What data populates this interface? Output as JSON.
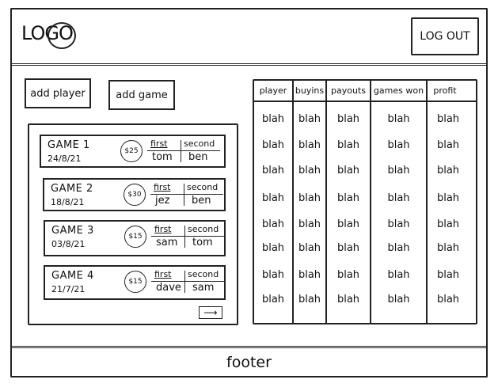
{
  "header": {
    "logo": "LOGO",
    "logout_label": "LOG OUT"
  },
  "actions": {
    "add_player": "add player",
    "add_game": "add game"
  },
  "games": [
    {
      "name": "GAME 1",
      "date": "24/8/21",
      "buyin": "$25",
      "first_label": "first",
      "second_label": "second",
      "first": "tom",
      "second": "ben"
    },
    {
      "name": "GAME 2",
      "date": "18/8/21",
      "buyin": "$30",
      "first_label": "first",
      "second_label": "second",
      "first": "jez",
      "second": "ben"
    },
    {
      "name": "GAME 3",
      "date": "03/8/21",
      "buyin": "$15",
      "first_label": "first",
      "second_label": "second",
      "first": "sam",
      "second": "tom"
    },
    {
      "name": "GAME 4",
      "date": "21/7/21",
      "buyin": "$15",
      "first_label": "first",
      "second_label": "second",
      "first": "dave",
      "second": "sam"
    }
  ],
  "next_icon": "arrow-right-icon",
  "stats": {
    "columns": [
      "player",
      "buyins",
      "payouts",
      "games won",
      "profit"
    ],
    "rows": [
      [
        "blah",
        "blah",
        "blah",
        "blah",
        "blah"
      ],
      [
        "blah",
        "blah",
        "blah",
        "blah",
        "blah"
      ],
      [
        "blah",
        "blah",
        "blah",
        "blah",
        "blah"
      ],
      [
        "blah",
        "blah",
        "blah",
        "blah",
        "blah"
      ],
      [
        "blah",
        "blah",
        "blah",
        "blah",
        "blah"
      ],
      [
        "blah",
        "blah",
        "blah",
        "blah",
        "blah"
      ],
      [
        "blah",
        "blah",
        "blah",
        "blah",
        "blah"
      ],
      [
        "blah",
        "blah",
        "blah",
        "blah",
        "blah"
      ]
    ]
  },
  "footer": {
    "label": "footer"
  }
}
